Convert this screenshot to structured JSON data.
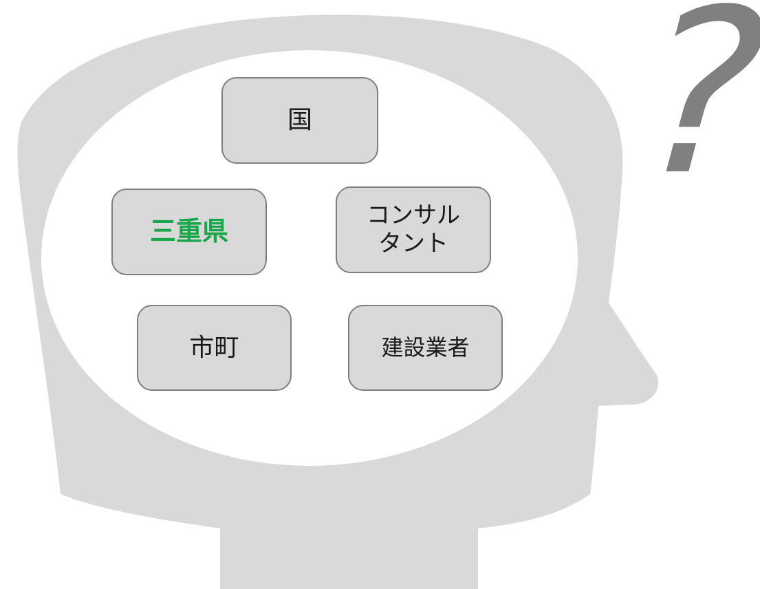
{
  "diagram": {
    "nodes": [
      {
        "id": "kuni",
        "label": "国"
      },
      {
        "id": "mie",
        "label": "三重県",
        "highlighted": true
      },
      {
        "id": "consultant",
        "label_line1": "コンサル",
        "label_line2": "タント"
      },
      {
        "id": "shicho",
        "label": "市町"
      },
      {
        "id": "kensetsu",
        "label": "建設業者"
      }
    ],
    "symbol": "?"
  },
  "colors": {
    "head_silhouette": "#d9d9d9",
    "thought_bubble": "#ffffff",
    "box_fill": "#d9d9d9",
    "box_border": "#7f7f7f",
    "highlight_text": "#1aa64a",
    "question_mark": "#808080"
  },
  "icons": {
    "head": "head-silhouette-icon",
    "question": "question-mark-icon"
  }
}
